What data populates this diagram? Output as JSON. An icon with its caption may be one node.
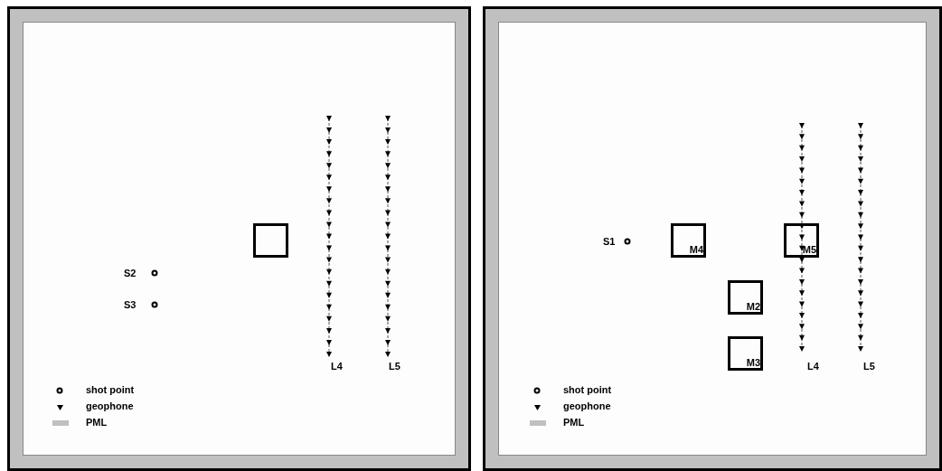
{
  "diagram": {
    "nodes": [
      {
        "text": [],
        "shape": "box"
      },
      {
        "text": [
          "M4"
        ]
      },
      {
        "text": [
          "M5"
        ]
      },
      {
        "text": [
          "M2"
        ]
      },
      {
        "text": [
          "M3"
        ]
      }
    ],
    "labels": [
      "S2",
      "S3",
      "L4",
      "L5",
      "S1",
      "L4",
      "L5"
    ],
    "legend": [
      {
        "text": "shot point"
      },
      {
        "text": "geophone"
      },
      {
        "text": "PML",
        "color": "#c0c0c0"
      },
      {
        "text": "shot point"
      },
      {
        "text": "geophone"
      },
      {
        "text": "PML",
        "color": "#c0c0c0"
      }
    ]
  }
}
